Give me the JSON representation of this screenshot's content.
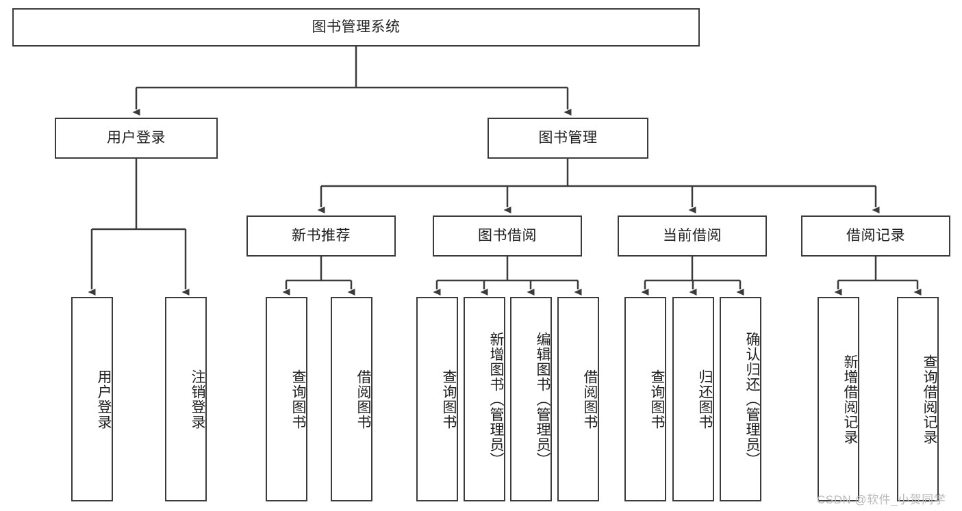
{
  "diagram": {
    "type": "tree",
    "title": "图书管理系统",
    "root": {
      "label": "图书管理系统"
    },
    "level2": [
      {
        "label": "用户登录"
      },
      {
        "label": "图书管理"
      }
    ],
    "level3": [
      {
        "label": "新书推荐"
      },
      {
        "label": "图书借阅"
      },
      {
        "label": "当前借阅"
      },
      {
        "label": "借阅记录"
      }
    ],
    "leaves": {
      "user_login": [
        {
          "label": "用户登录"
        },
        {
          "label": "注销登录"
        }
      ],
      "new_book_recommend": [
        {
          "label": "查询图书"
        },
        {
          "label": "借阅图书"
        }
      ],
      "book_borrow": [
        {
          "label": "查询图书"
        },
        {
          "label": "新增图书（管理员）"
        },
        {
          "label": "编辑图书（管理员）"
        },
        {
          "label": "借阅图书"
        }
      ],
      "current_borrow": [
        {
          "label": "查询图书"
        },
        {
          "label": "归还图书"
        },
        {
          "label": "确认归还（管理员）"
        }
      ],
      "borrow_record": [
        {
          "label": "新增借阅记录"
        },
        {
          "label": "查询借阅记录"
        }
      ]
    }
  },
  "watermark": {
    "text": "CSDN @软件_小贺同学"
  },
  "colors": {
    "stroke": "#3b3b3b",
    "background": "#ffffff",
    "text": "#1f1f1f",
    "watermark": "#b9b9b9"
  }
}
